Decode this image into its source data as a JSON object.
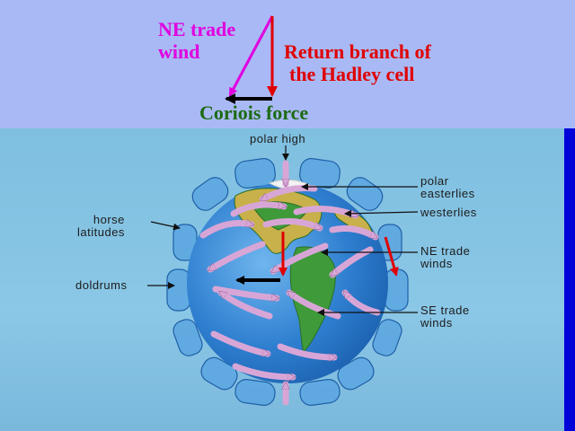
{
  "top_panel": {
    "ne_trade_wind": [
      "NE trade",
      "wind"
    ],
    "return_branch": [
      "Return branch of",
      "the Hadley cell"
    ],
    "coriolis": "Coriois force"
  },
  "globe_labels": {
    "polar_high": "polar high",
    "polar_easterlies": [
      "polar",
      "easterlies"
    ],
    "westerlies": "westerlies",
    "ne_trade_winds": [
      "NE trade",
      "winds"
    ],
    "se_trade_winds": [
      "SE trade",
      "winds"
    ],
    "horse_latitudes": [
      "horse",
      "latitudes"
    ],
    "doldrums": "doldrums"
  },
  "colors": {
    "top_background": "#a9b9f5",
    "ne_wind": "#e000e0",
    "hadley_return": "#e00000",
    "coriolis": "#1d6b12",
    "ocean": "#2f7fd0",
    "land": "#3f9a3a",
    "circulation_cells": "#5aa6e0",
    "wind_arrows": "#d8a6d6"
  }
}
